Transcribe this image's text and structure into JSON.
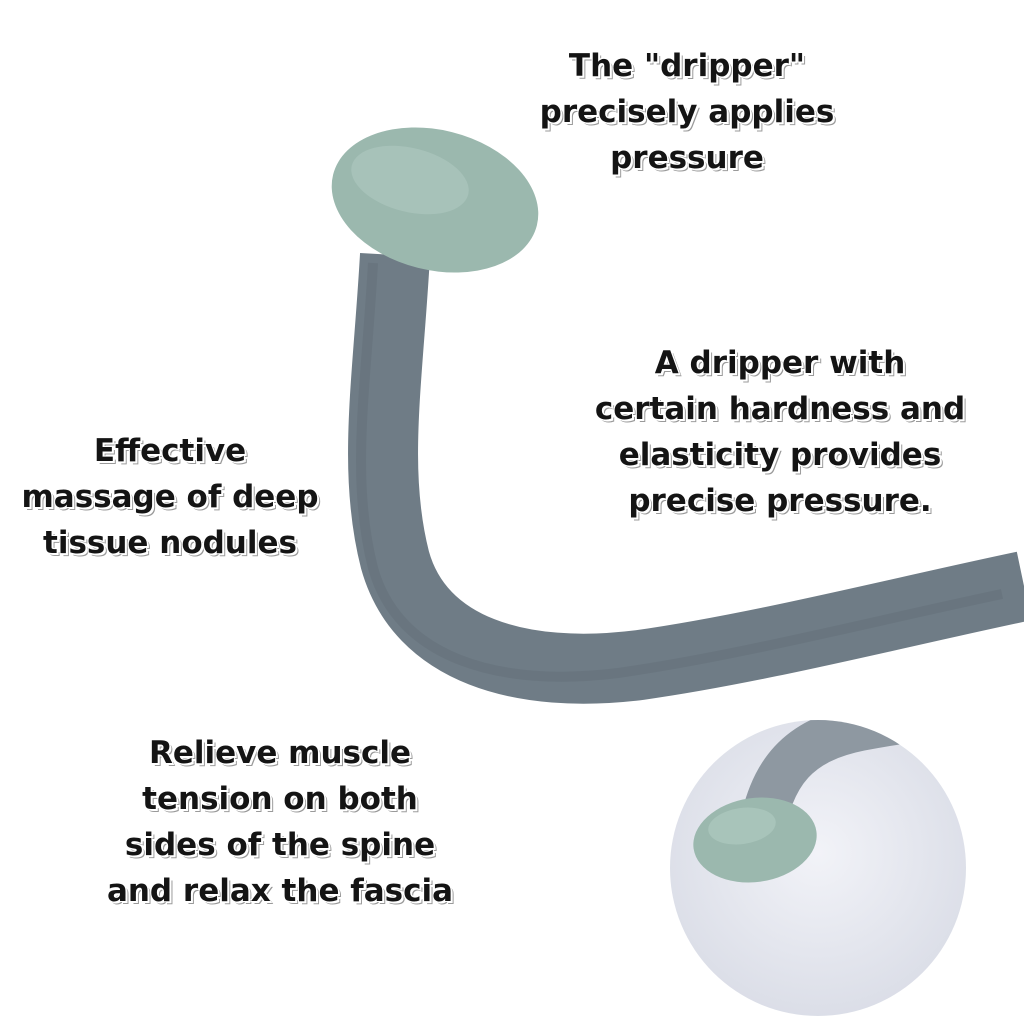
{
  "captions": {
    "dripper": "The \"dripper\"\nprecisely applies\npressure",
    "hardness": "A dripper with\ncertain hardness and\nelasticity provides\nprecise pressure.",
    "effective": "Effective\nmassage of deep\ntissue nodules",
    "relieve": "Relieve muscle\ntension on both\nsides of the spine\nand relax the fascia"
  },
  "colors": {
    "rod": "#6f7c86",
    "rod_shadow": "#5e6a74",
    "dripper": "#9bb8ae",
    "dripper_highlight": "#b0cbc2",
    "inset_bg": "#e7e9f0",
    "text": "#141414"
  }
}
